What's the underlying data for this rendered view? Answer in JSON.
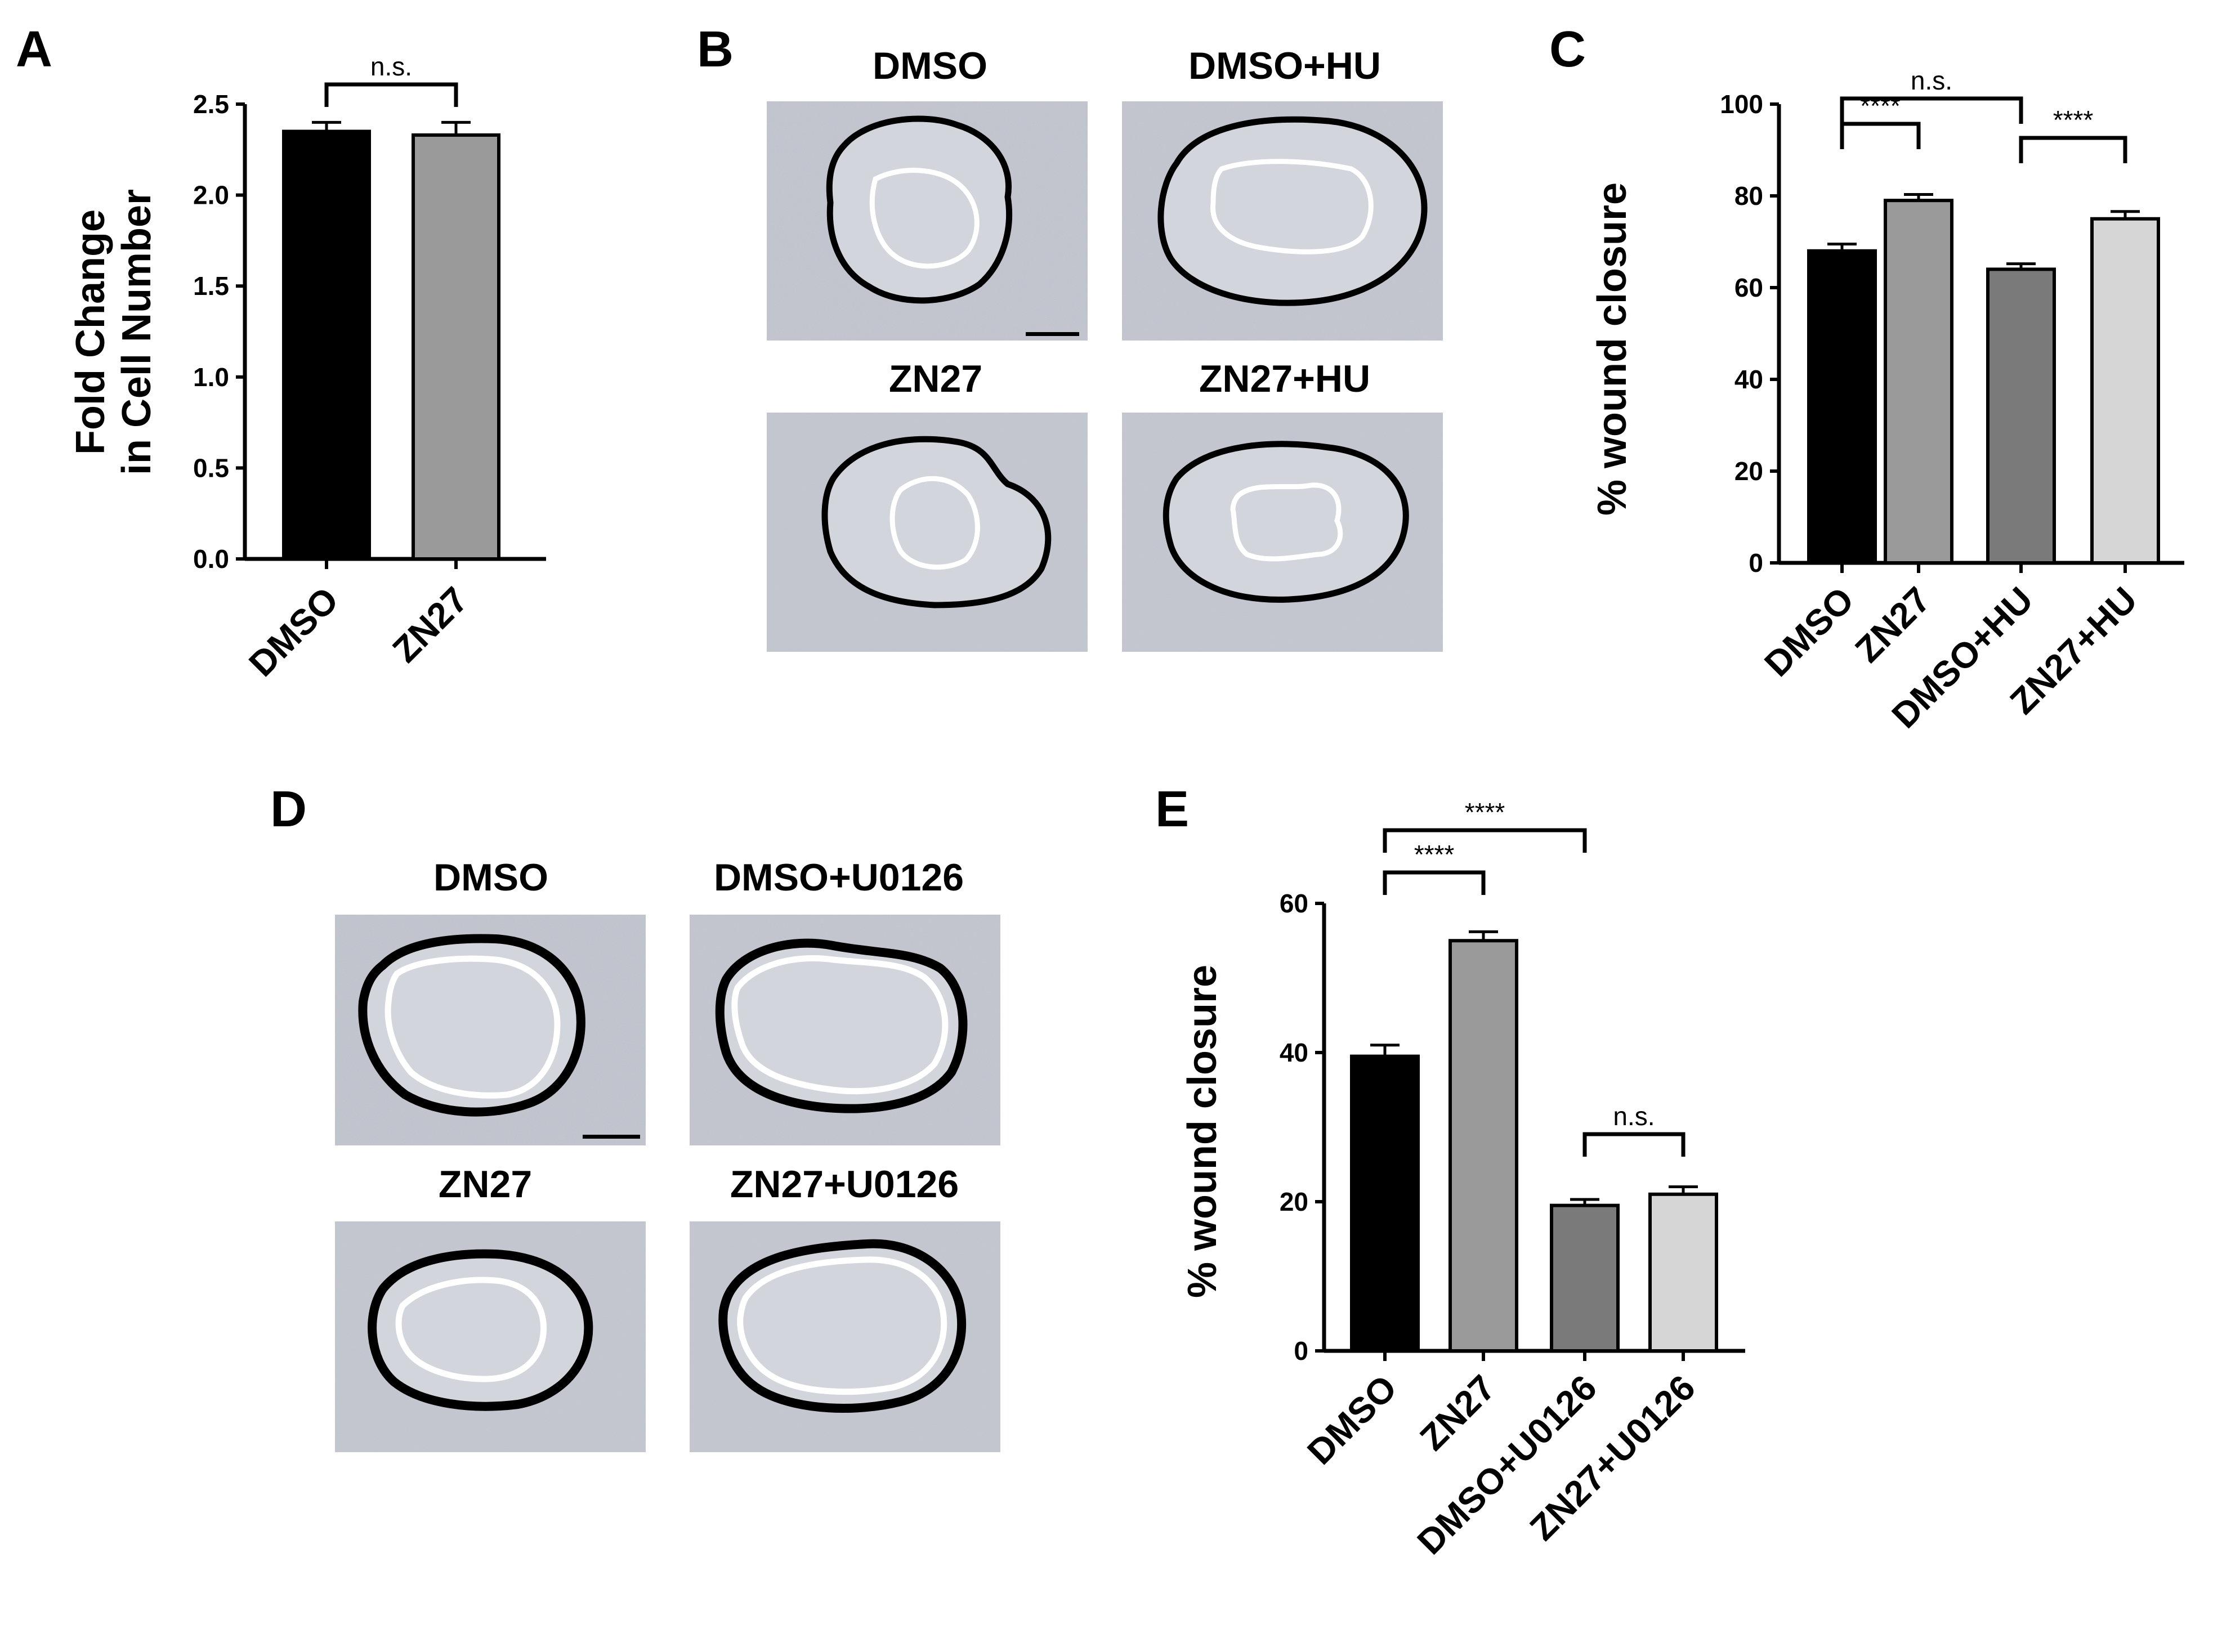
{
  "panels": {
    "a": "A",
    "b": "B",
    "c": "C",
    "d": "D",
    "e": "E"
  },
  "colors": {
    "black": "#000000",
    "mid_gray": "#9a9a9a",
    "dark_gray": "#7a7a7a",
    "light_gray": "#d6d6d6",
    "micro_bg": "#c7cad3",
    "wound_bg": "#d3d5dc"
  },
  "micrographs": {
    "b": {
      "titles": [
        "DMSO",
        "DMSO+HU",
        "ZN27",
        "ZN27+HU"
      ]
    },
    "d": {
      "titles": [
        "DMSO",
        "DMSO+U0126",
        "ZN27",
        "ZN27+U0126"
      ]
    }
  },
  "chart_data": [
    {
      "id": "A",
      "type": "bar",
      "categories": [
        "DMSO",
        "ZN27"
      ],
      "values": [
        2.35,
        2.33
      ],
      "errors": [
        0.05,
        0.07
      ],
      "bar_colors": [
        "#000000",
        "#9a9a9a"
      ],
      "ylabel_lines": [
        "Fold Change",
        "in Cell Number"
      ],
      "ylim": [
        0,
        2.5
      ],
      "yticks": [
        "0.0",
        "0.5",
        "1.0",
        "1.5",
        "2.0",
        "2.5"
      ],
      "significance": [
        {
          "from": 0,
          "to": 1,
          "label": "n.s."
        }
      ]
    },
    {
      "id": "C",
      "type": "bar",
      "categories": [
        "DMSO",
        "ZN27",
        "DMSO+HU",
        "ZN27+HU"
      ],
      "values": [
        68,
        79,
        64,
        75
      ],
      "errors": [
        1.5,
        1.3,
        1.2,
        1.6
      ],
      "bar_colors": [
        "#000000",
        "#9a9a9a",
        "#7a7a7a",
        "#d6d6d6"
      ],
      "ylabel_lines": [
        "% wound closure"
      ],
      "ylim": [
        0,
        100
      ],
      "yticks": [
        "0",
        "20",
        "40",
        "60",
        "80",
        "100"
      ],
      "significance": [
        {
          "from": 0,
          "to": 1,
          "label": "****"
        },
        {
          "from": 0,
          "to": 2,
          "label": "n.s."
        },
        {
          "from": 2,
          "to": 3,
          "label": "****"
        }
      ]
    },
    {
      "id": "E",
      "type": "bar",
      "categories": [
        "DMSO",
        "ZN27",
        "DMSO+U0126",
        "ZN27+U0126"
      ],
      "values": [
        39.5,
        55,
        19.5,
        21
      ],
      "errors": [
        1.5,
        1.2,
        0.8,
        1.0
      ],
      "bar_colors": [
        "#000000",
        "#9a9a9a",
        "#7a7a7a",
        "#d6d6d6"
      ],
      "ylabel_lines": [
        "% wound closure"
      ],
      "ylim": [
        0,
        60
      ],
      "yticks": [
        "0",
        "20",
        "40",
        "60"
      ],
      "significance": [
        {
          "from": 0,
          "to": 1,
          "label": "****"
        },
        {
          "from": 0,
          "to": 2,
          "label": "****"
        },
        {
          "from": 2,
          "to": 3,
          "label": "n.s."
        }
      ]
    }
  ]
}
